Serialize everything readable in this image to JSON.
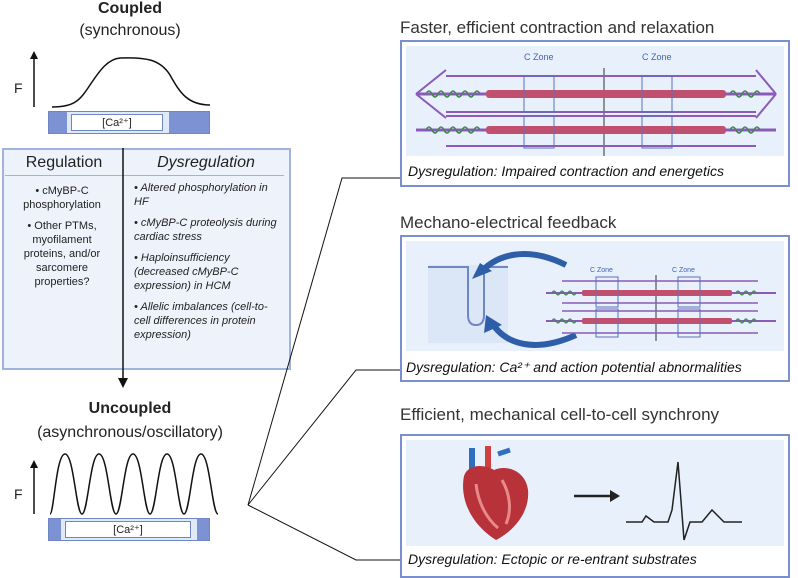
{
  "coupled": {
    "title": "Coupled",
    "subtitle": "(synchronous)",
    "f_label": "F",
    "ca_label": "[Ca²⁺]"
  },
  "regulation": {
    "left_header": "Regulation",
    "right_header": "Dysregulation",
    "left_items": [
      "• cMyBP-C phosphorylation",
      "• Other PTMs, myofilament proteins, and/or sarcomere properties?"
    ],
    "right_items": [
      "• Altered phosphorylation in HF",
      "• cMyBP-C proteolysis during cardiac stress",
      "• Haploinsufficiency (decreased cMyBP-C expression) in HCM",
      "• Allelic imbalances (cell-to-cell differences in protein expression)"
    ]
  },
  "uncoupled": {
    "title": "Uncoupled",
    "subtitle": "(asynchronous/oscillatory)",
    "f_label": "F",
    "ca_label": "[Ca²⁺]"
  },
  "panels": [
    {
      "title": "Faster, efficient contraction and relaxation",
      "zone_label": "C Zone",
      "caption": "Dysregulation: Impaired contraction and energetics"
    },
    {
      "title": "Mechano-electrical feedback",
      "zone_label": "C Zone",
      "caption": "Dysregulation: Ca²⁺ and  action potential abnormalities"
    },
    {
      "title": "Efficient, mechanical cell-to-cell synchrony",
      "caption": "Dysregulation:  Ectopic or re-entrant substrates"
    }
  ],
  "colors": {
    "box_border": "#9fb4dc",
    "box_fill": "#eef3fb",
    "panel_border": "#7a8fcf",
    "thick_filament": "#c0506e",
    "thin_filament": "#8a5bb8",
    "titin_spring": "#3c8a4a",
    "arrow_blue": "#2f5ea8"
  }
}
